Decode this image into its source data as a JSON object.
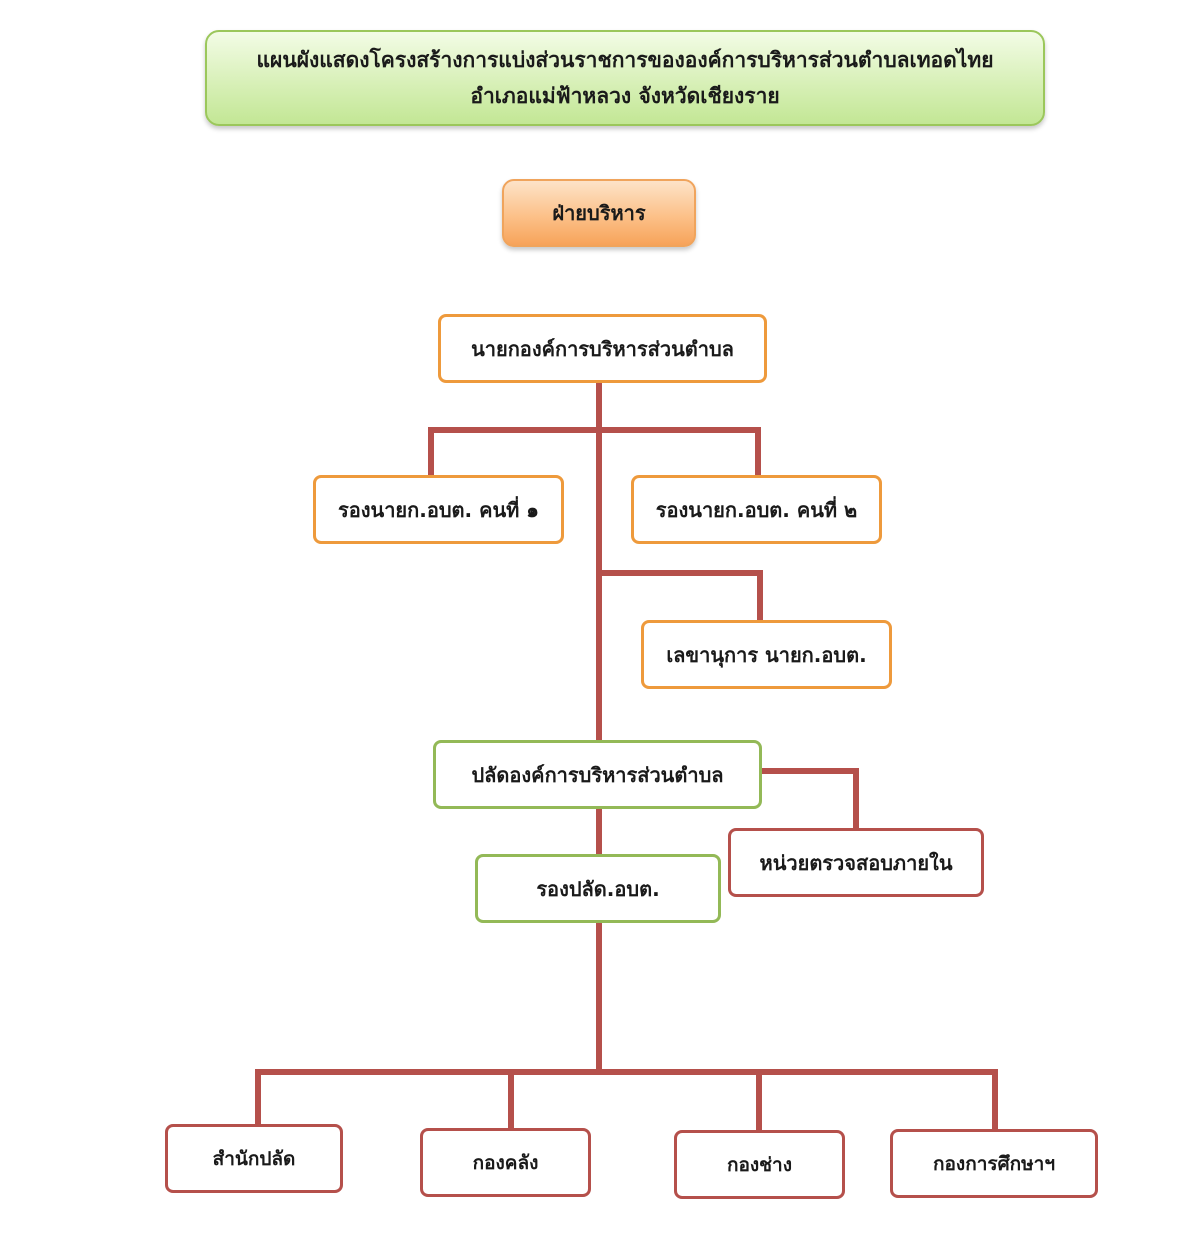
{
  "title": {
    "line1": "แผนผังแสดงโครงสร้างการแบ่งส่วนราชการขององค์การบริหารส่วนตำบลเทอดไทย",
    "line2": "อำเภอแม่ฟ้าหลวง  จังหวัดเชียงราย"
  },
  "section_label": "ฝ่ายบริหาร",
  "nodes": {
    "mayor": "นายกองค์การบริหารส่วนตำบล",
    "deputy_mayor_1": "รองนายก.อบต. คนที่ ๑",
    "deputy_mayor_2": "รองนายก.อบต. คนที่ ๒",
    "mayor_secretary": "เลขานุการ นายก.อบต.",
    "chief_administrator": "ปลัดองค์การบริหารส่วนตำบล",
    "internal_audit": "หน่วยตรวจสอบภายใน",
    "deputy_chief_administrator": "รองปลัด.อบต.",
    "office_of_chief": "สำนักปลัด",
    "finance_division": "กองคลัง",
    "engineering_division": "กองช่าง",
    "education_division": "กองการศึกษาฯ"
  },
  "colors": {
    "connector": "#b5504b",
    "executive_border": "#ee9a3c",
    "administrator_border": "#93b957",
    "division_border": "#b5504b",
    "title_fill": "#d8f0b8",
    "section_fill": "#fcc189"
  }
}
